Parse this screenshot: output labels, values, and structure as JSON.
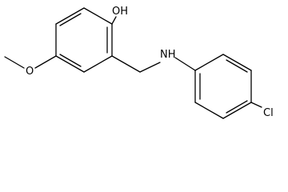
{
  "structure": {
    "atoms": {
      "hydroxyl": "OH",
      "methoxy_oxygen": "O",
      "amine": "NH",
      "chlorine": "Cl"
    }
  },
  "colors": {
    "bond": "#000000",
    "background": "#ffffff"
  }
}
